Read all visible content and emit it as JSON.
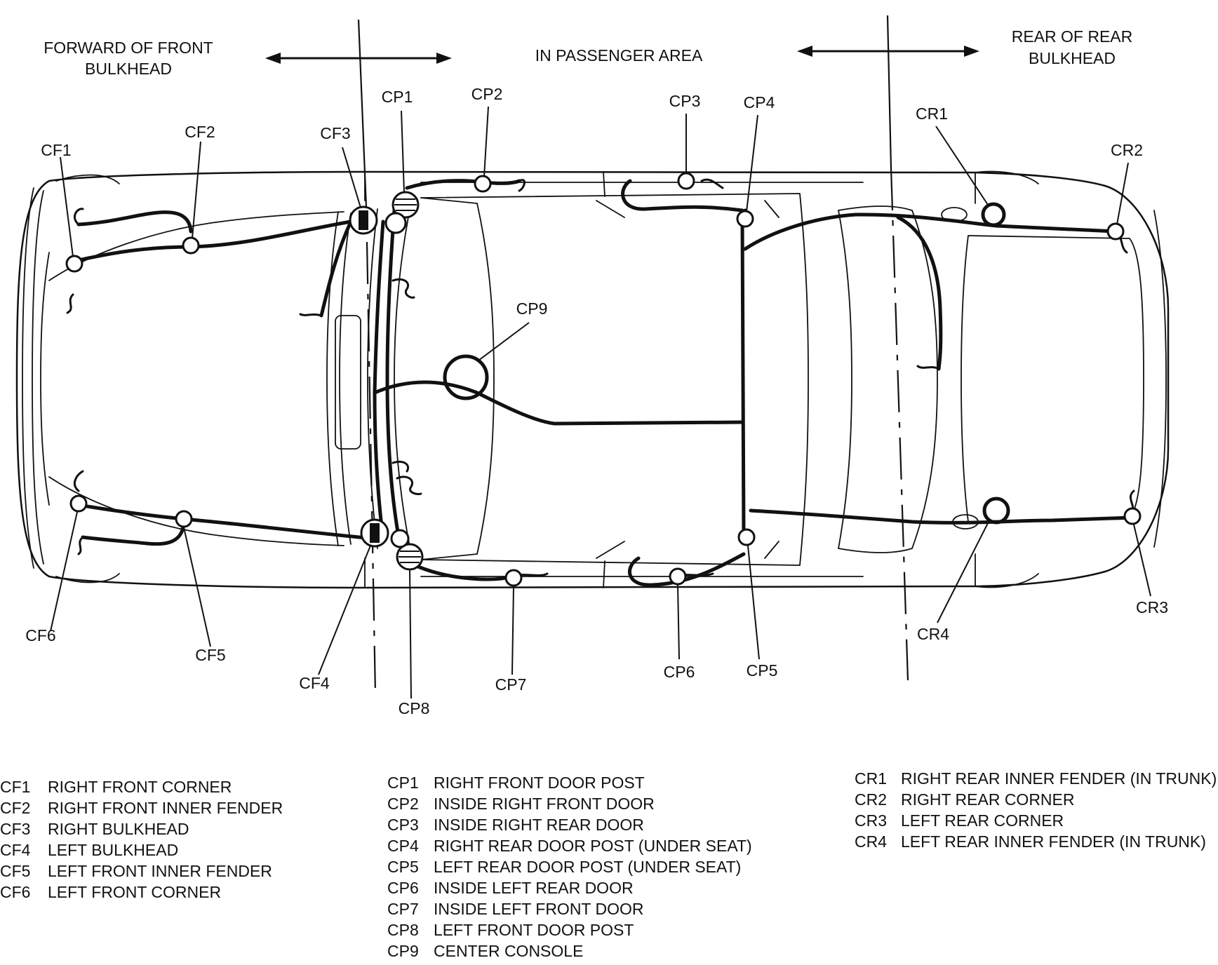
{
  "zones": {
    "forward": [
      "FORWARD OF FRONT",
      "BULKHEAD"
    ],
    "passenger": "IN PASSENGER AREA",
    "rear": [
      "REAR OF REAR",
      "BULKHEAD"
    ]
  },
  "callouts": {
    "CF1": "CF1",
    "CF2": "CF2",
    "CF3": "CF3",
    "CF4": "CF4",
    "CF5": "CF5",
    "CF6": "CF6",
    "CP1": "CP1",
    "CP2": "CP2",
    "CP3": "CP3",
    "CP4": "CP4",
    "CP5": "CP5",
    "CP6": "CP6",
    "CP7": "CP7",
    "CP8": "CP8",
    "CP9": "CP9",
    "CR1": "CR1",
    "CR2": "CR2",
    "CR3": "CR3",
    "CR4": "CR4"
  },
  "legend": {
    "front": [
      {
        "code": "CF1",
        "desc": "RIGHT FRONT CORNER"
      },
      {
        "code": "CF2",
        "desc": "RIGHT FRONT INNER FENDER"
      },
      {
        "code": "CF3",
        "desc": "RIGHT BULKHEAD"
      },
      {
        "code": "CF4",
        "desc": "LEFT BULKHEAD"
      },
      {
        "code": "CF5",
        "desc": "LEFT FRONT INNER FENDER"
      },
      {
        "code": "CF6",
        "desc": "LEFT FRONT CORNER"
      }
    ],
    "passenger": [
      {
        "code": "CP1",
        "desc": "RIGHT FRONT DOOR POST"
      },
      {
        "code": "CP2",
        "desc": "INSIDE RIGHT FRONT DOOR"
      },
      {
        "code": "CP3",
        "desc": "INSIDE RIGHT REAR DOOR"
      },
      {
        "code": "CP4",
        "desc": "RIGHT REAR DOOR POST (UNDER SEAT)"
      },
      {
        "code": "CP5",
        "desc": "LEFT REAR DOOR POST (UNDER SEAT)"
      },
      {
        "code": "CP6",
        "desc": "INSIDE LEFT REAR DOOR"
      },
      {
        "code": "CP7",
        "desc": "INSIDE LEFT FRONT DOOR"
      },
      {
        "code": "CP8",
        "desc": "LEFT FRONT DOOR POST"
      },
      {
        "code": "CP9",
        "desc": "CENTER CONSOLE"
      }
    ],
    "rear": [
      {
        "code": "CR1",
        "desc": "RIGHT REAR INNER FENDER (IN TRUNK)"
      },
      {
        "code": "CR2",
        "desc": "RIGHT REAR CORNER"
      },
      {
        "code": "CR3",
        "desc": "LEFT REAR CORNER"
      },
      {
        "code": "CR4",
        "desc": "LEFT REAR INNER FENDER (IN TRUNK)"
      }
    ]
  }
}
